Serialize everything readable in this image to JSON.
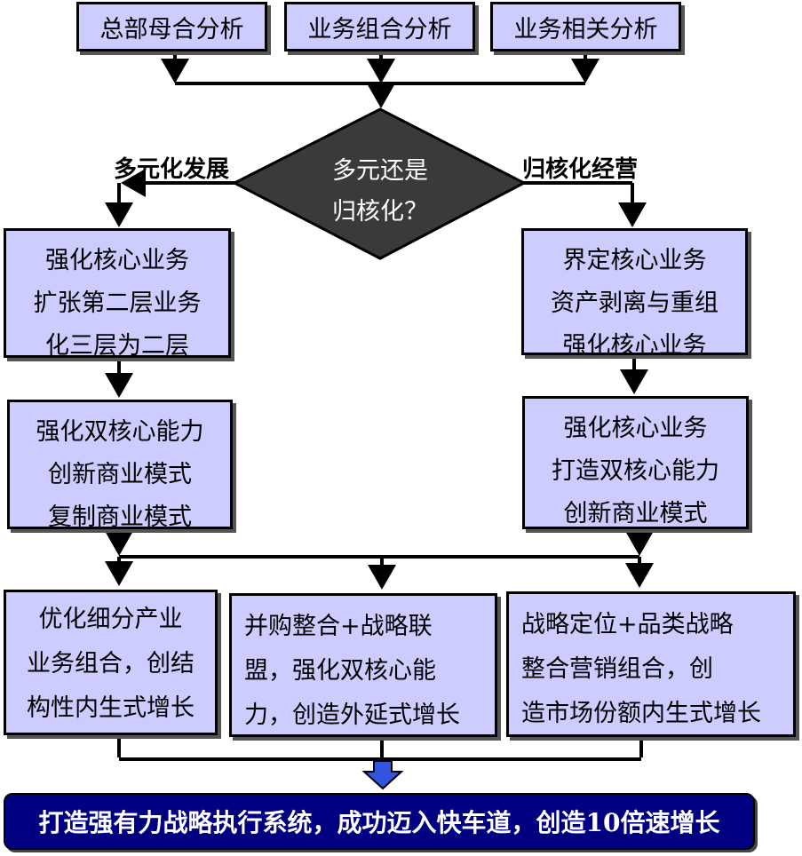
{
  "top_boxes": [
    "总部母合分析",
    "业务组合分析",
    "业务相关分析"
  ],
  "decision": {
    "line1": "多元还是",
    "line2": "归核化？"
  },
  "branch_left_label": "多元化发展",
  "branch_right_label": "归核化经营",
  "left_column": [
    [
      "强化核心业务",
      "扩张第二层业务",
      "化三层为二层"
    ],
    [
      "强化双核心能力",
      "创新商业模式",
      "复制商业模式"
    ]
  ],
  "right_column": [
    [
      "界定核心业务",
      "资产剥离与重组",
      "强化核心业务"
    ],
    [
      "强化核心业务",
      "打造双核心能力",
      "创新商业模式"
    ]
  ],
  "bottom_boxes": [
    [
      "优化细分产业",
      "业务组合，创结",
      "构性内生式增长"
    ],
    [
      "并购整合+战略联",
      "盟，强化双核心能",
      "力，创造外延式增长"
    ],
    [
      "战略定位+品类战略",
      "整合营销组合，创",
      "造市场份额内生式增长"
    ]
  ],
  "final_banner": "打造强有力战略执行系统，成功迈入快车道，创造10倍速增长",
  "colors": {
    "box_fill": "#ccccff",
    "diamond_fill": "#3a3a3a",
    "banner_fill": "#000080",
    "down_arrow_fill": "#3355dd"
  }
}
